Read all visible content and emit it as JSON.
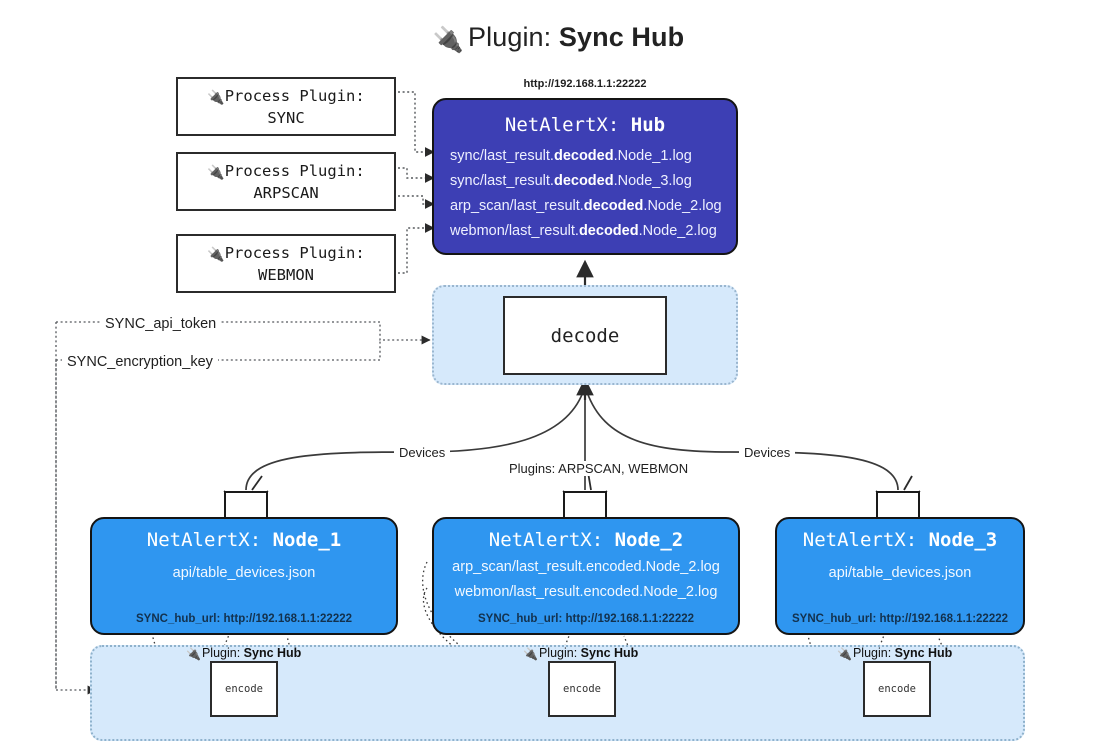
{
  "title": {
    "icon": "plug-icon",
    "prefix": "Plugin: ",
    "name": "Sync Hub",
    "glyph": "🔌"
  },
  "process_plugins": [
    {
      "heading": "Process Plugin:",
      "name": "SYNC",
      "icon": "plug-icon"
    },
    {
      "heading": "Process Plugin:",
      "name": "ARPSCAN",
      "icon": "plug-icon"
    },
    {
      "heading": "Process Plugin:",
      "name": "WEBMON",
      "icon": "plug-icon"
    }
  ],
  "hub": {
    "url": "http://192.168.1.1:22222",
    "title_prefix": "NetAlertX: ",
    "title_name": "Hub",
    "logs": [
      {
        "pre": "sync/last_result.",
        "mid": "decoded",
        "post": ".Node_1.log"
      },
      {
        "pre": "sync/last_result.",
        "mid": "decoded",
        "post": ".Node_3.log"
      },
      {
        "pre": "arp_scan/last_result.",
        "mid": "decoded",
        "post": ".Node_2.log"
      },
      {
        "pre": "webmon/last_result.",
        "mid": "decoded",
        "post": ".Node_2.log"
      }
    ]
  },
  "decode": {
    "label": "decode"
  },
  "tokens": {
    "api_token": "SYNC_api_token",
    "encryption_key": "SYNC_encryption_key"
  },
  "edge_labels": {
    "devices_left": "Devices",
    "devices_right": "Devices",
    "plugins_center": "Plugins: ARPSCAN, WEBMON"
  },
  "nodes": [
    {
      "title_prefix": "NetAlertX: ",
      "title_name": "Node_1",
      "lines": [
        "api/table_devices.json"
      ],
      "hub_url_label": "SYNC_hub_url: http://192.168.1.1:22222",
      "icon": "envelope-icon"
    },
    {
      "title_prefix": "NetAlertX: ",
      "title_name": "Node_2",
      "lines": [
        "arp_scan/last_result.encoded.Node_2.log",
        "webmon/last_result.encoded.Node_2.log"
      ],
      "hub_url_label": "SYNC_hub_url: http://192.168.1.1:22222",
      "icon": "envelope-icon"
    },
    {
      "title_prefix": "NetAlertX: ",
      "title_name": "Node_3",
      "lines": [
        "api/table_devices.json"
      ],
      "hub_url_label": "SYNC_hub_url: http://192.168.1.1:22222",
      "icon": "envelope-icon"
    }
  ],
  "encode_sections": [
    {
      "caption_prefix": "Plugin: ",
      "caption_name": "Sync Hub",
      "box_label": "encode",
      "icon": "plug-icon"
    },
    {
      "caption_prefix": "Plugin: ",
      "caption_name": "Sync Hub",
      "box_label": "encode",
      "icon": "plug-icon"
    },
    {
      "caption_prefix": "Plugin: ",
      "caption_name": "Sync Hub",
      "box_label": "encode",
      "icon": "plug-icon"
    }
  ],
  "colors": {
    "hub_fill": "#3d3fb4",
    "node_fill": "#2f96f0",
    "band_fill": "#d6e9fb",
    "stroke": "#2b2b2b",
    "page_bg": "#ffffff"
  }
}
